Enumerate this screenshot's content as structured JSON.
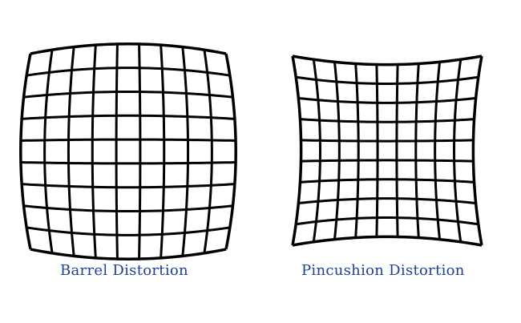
{
  "panels": [
    {
      "id": "barrel",
      "caption": "Barrel Distortion",
      "rows": 9,
      "cols": 9,
      "distortion": "barrel"
    },
    {
      "id": "pincushion",
      "caption": "Pincushion Distortion",
      "rows": 9,
      "cols": 9,
      "distortion": "pincushion"
    }
  ],
  "colors": {
    "grid": "#000000",
    "caption": "#1f3f99",
    "background": "#ffffff"
  }
}
